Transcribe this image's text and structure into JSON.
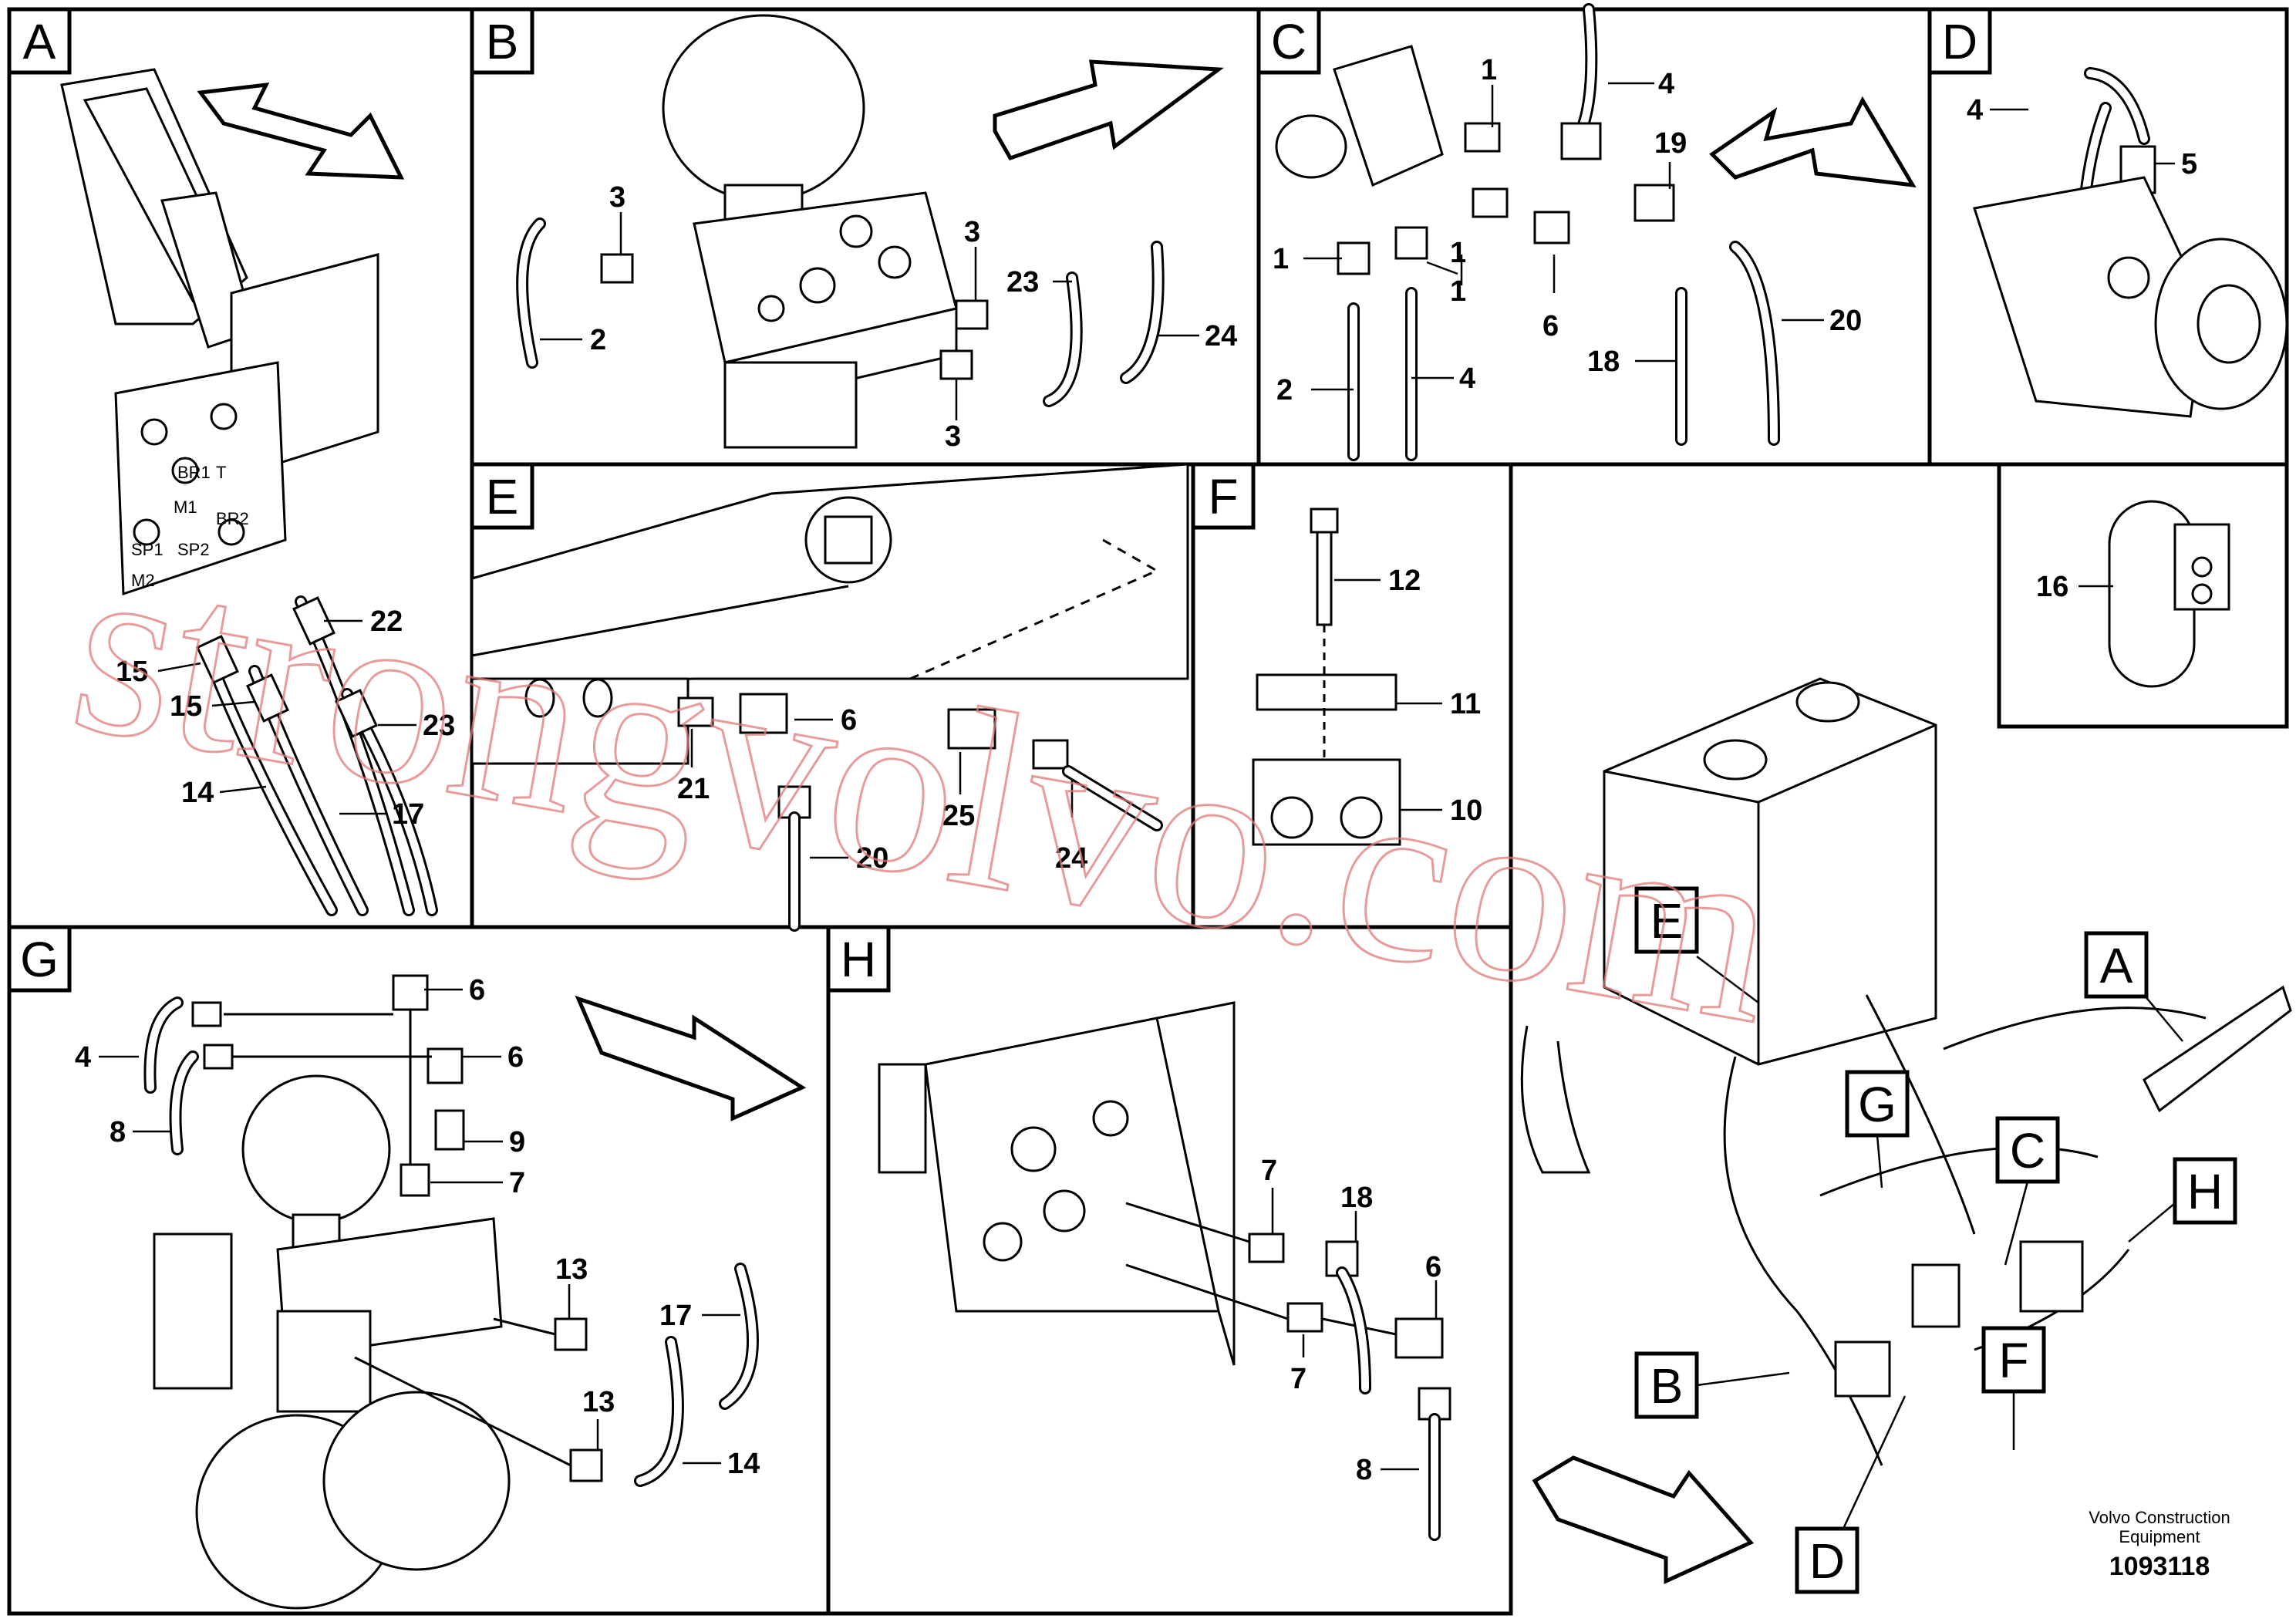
{
  "panels": [
    {
      "letter": "A"
    },
    {
      "letter": "B"
    },
    {
      "letter": "C"
    },
    {
      "letter": "D"
    },
    {
      "letter": "E"
    },
    {
      "letter": "F"
    },
    {
      "letter": "G"
    },
    {
      "letter": "H"
    }
  ],
  "callouts": {
    "a": [
      "22",
      "15",
      "15",
      "23",
      "14",
      "17"
    ],
    "b": [
      "3",
      "2",
      "3",
      "23",
      "24",
      "3"
    ],
    "c": [
      "1",
      "4",
      "19",
      "1",
      "1",
      "1",
      "6",
      "20",
      "2",
      "4",
      "18"
    ],
    "d": [
      "4",
      "5"
    ],
    "e": [
      "6",
      "21",
      "20",
      "25",
      "24"
    ],
    "f": [
      "12",
      "11",
      "10"
    ],
    "g": [
      "6",
      "4",
      "6",
      "8",
      "9",
      "7",
      "13",
      "17",
      "13",
      "14"
    ],
    "h": [
      "7",
      "18",
      "6",
      "7",
      "8"
    ],
    "clamp": [
      "16"
    ]
  },
  "overview_labels": [
    "E",
    "A",
    "G",
    "C",
    "H",
    "B",
    "F",
    "D"
  ],
  "footer": {
    "brand_line1": "Volvo Construction",
    "brand_line2": "Equipment",
    "doc_number": "1093118"
  },
  "watermark": "strongvolvo.com",
  "port_labels": [
    "BR1",
    "T",
    "M1",
    "BR2",
    "SP1",
    "SP2",
    "M2"
  ]
}
